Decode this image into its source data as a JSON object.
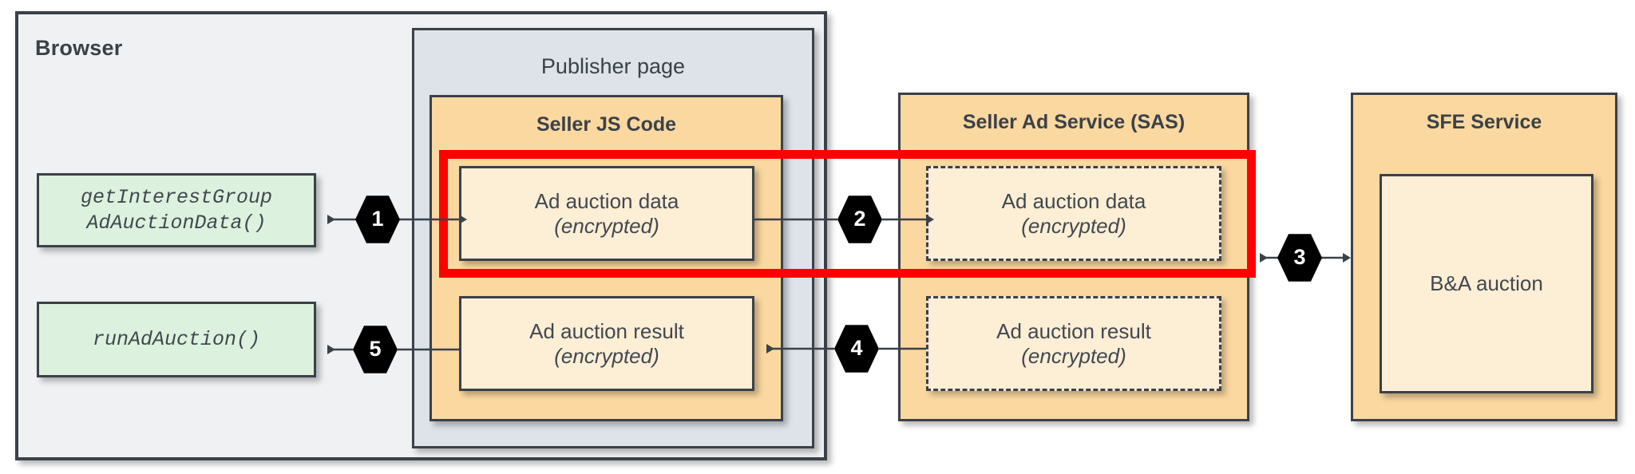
{
  "diagram": {
    "title_browser": "Browser",
    "publisher_page": "Publisher page",
    "seller_js_code": "Seller JS Code",
    "seller_ad_service": "Seller Ad Service (SAS)",
    "sfe_service": "SFE Service",
    "ba_auction": "B&A auction"
  },
  "api_calls": [
    {
      "label": "getInterestGroup\nAdAuctionData()"
    },
    {
      "label": "runAdAuction()"
    }
  ],
  "data_boxes": {
    "js_data": {
      "line1": "Ad auction data",
      "line2": "(encrypted)"
    },
    "js_result": {
      "line1": "Ad auction result",
      "line2": "(encrypted)"
    },
    "sas_data": {
      "line1": "Ad auction data",
      "line2": "(encrypted)"
    },
    "sas_result": {
      "line1": "Ad auction result",
      "line2": "(encrypted)"
    }
  },
  "steps": [
    {
      "number": "1"
    },
    {
      "number": "2"
    },
    {
      "number": "3"
    },
    {
      "number": "4"
    },
    {
      "number": "5"
    }
  ],
  "colors": {
    "highlight": "#ff0000",
    "service_panel": "#fbd8a0",
    "data_box": "#fdeed6",
    "api_box": "#dcf2de",
    "browser_bg": "#eff1f3",
    "publisher_bg": "#dde3e8",
    "stroke": "#3a4149"
  }
}
